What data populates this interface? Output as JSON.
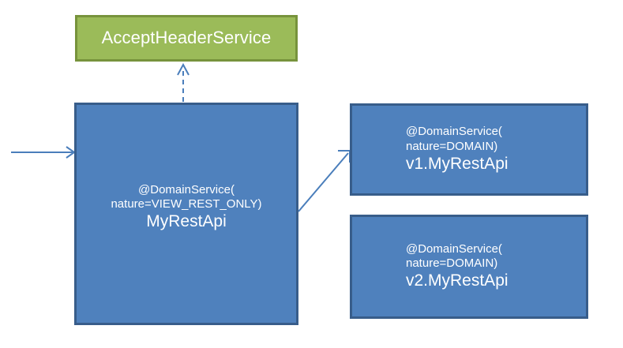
{
  "diagram": {
    "background": "#ffffff",
    "colors": {
      "green_fill": "#9BBB59",
      "green_border": "#77933C",
      "blue_fill": "#4F81BD",
      "blue_border": "#385D8A",
      "arrow": "#4A7EBB",
      "text": "#FFFFFF"
    },
    "nodes": {
      "accept_header_service": {
        "label": "AcceptHeaderService"
      },
      "my_rest_api": {
        "annotation_line1": "@DomainService(",
        "annotation_line2": "nature=VIEW_REST_ONLY)",
        "name": "MyRestApi"
      },
      "v1_my_rest_api": {
        "annotation_line1": "@DomainService(",
        "annotation_line2": "nature=DOMAIN)",
        "name": "v1.MyRestApi"
      },
      "v2_my_rest_api": {
        "annotation_line1": "@DomainService(",
        "annotation_line2": "nature=DOMAIN)",
        "name": "v2.MyRestApi"
      }
    },
    "connectors": {
      "incoming_request": {
        "style": "solid",
        "direction": "right"
      },
      "uses_accept_header": {
        "style": "dashed",
        "direction": "up"
      },
      "delegates_to_v1": {
        "style": "solid",
        "direction": "up-right"
      }
    }
  }
}
